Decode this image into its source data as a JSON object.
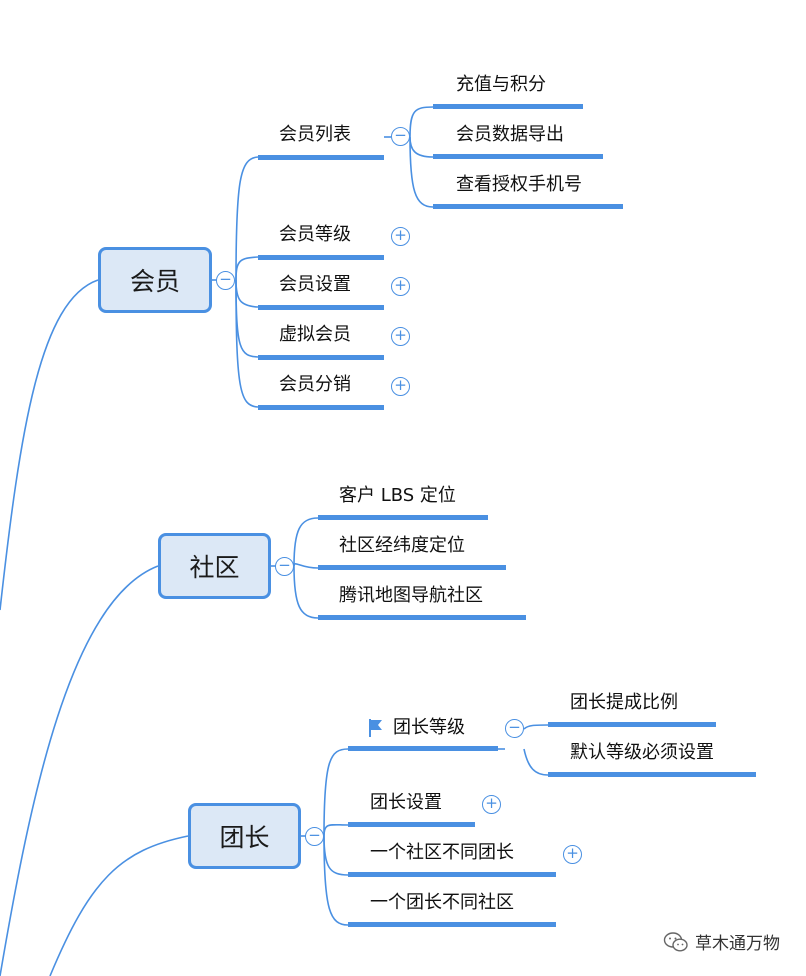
{
  "topics": [
    {
      "label": "会员"
    },
    {
      "label": "社区"
    },
    {
      "label": "团长"
    }
  ],
  "member": {
    "list": "会员列表",
    "list_children": [
      "充值与积分",
      "会员数据导出",
      "查看授权手机号"
    ],
    "level": "会员等级",
    "settings": "会员设置",
    "virtual": "虚拟会员",
    "distribution": "会员分销"
  },
  "community": {
    "children": [
      "客户 LBS 定位",
      "社区经纬度定位",
      "腾讯地图导航社区"
    ]
  },
  "leader": {
    "level": "团长等级",
    "level_children": [
      "团长提成比例",
      "默认等级必须设置"
    ],
    "settings": "团长设置",
    "one_community": "一个社区不同团长",
    "one_leader": "一个团长不同社区"
  },
  "icons": {
    "collapse": "−",
    "expand": "+"
  },
  "watermark": {
    "text": "草木通万物",
    "icon": "wechat-icon"
  },
  "colors": {
    "line": "#4a90e2",
    "topic_fill": "#dce8f6"
  }
}
